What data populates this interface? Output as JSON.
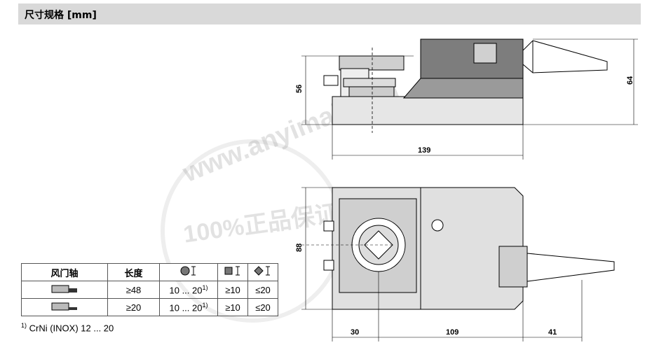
{
  "header": {
    "title": "尺寸规格 [mm]"
  },
  "dimensions": {
    "side_height": "56",
    "total_height": "64",
    "side_length": "139",
    "top_width": "88",
    "left_offset": "30",
    "body_length": "109",
    "cable_length": "41"
  },
  "table": {
    "headers": {
      "shaft": "风门轴",
      "length": "长度"
    },
    "rows": [
      {
        "length": "≥48",
        "round": "10 ... 20",
        "round_note": "1)",
        "square": "≥10",
        "diamond": "≤20"
      },
      {
        "length": "≥20",
        "round": "10 ... 20",
        "round_note": "1)",
        "square": "≥10",
        "diamond": "≤20"
      }
    ]
  },
  "footnote": {
    "marker": "1)",
    "text": " CrNi (INOX) 12 ... 20"
  },
  "watermark": {
    "url": "www.anyimai.com",
    "slogan": "100%正品保证"
  }
}
